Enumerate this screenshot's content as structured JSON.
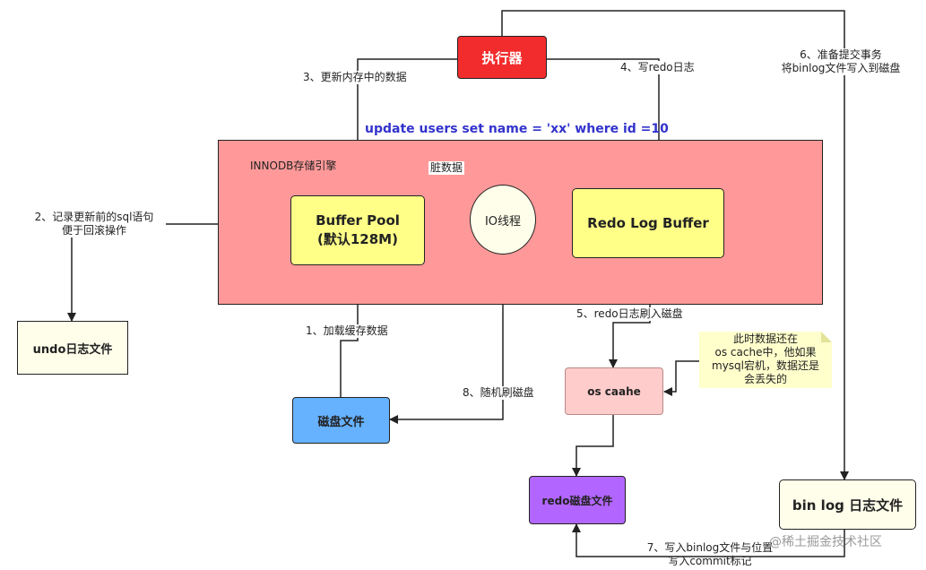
{
  "colors": {
    "engine_fill": "#ff9999",
    "executor_fill": "#f22c2c",
    "yellow_box": "#ffff88",
    "cream_box": "#fffeea",
    "disk_blue": "#66b2ff",
    "os_cache_pink": "#ffcccc",
    "redo_purple": "#b266ff",
    "note_yellow": "#ffffcc",
    "sql_blue": "#3333cc"
  },
  "executor": {
    "label": "执行器"
  },
  "sql": {
    "text": "update users set name = 'xx' where id =10"
  },
  "engine": {
    "title": "INNODB存储引擎"
  },
  "buffer_pool": {
    "line1": "Buffer Pool",
    "line2": "(默认128M)"
  },
  "io_thread": {
    "label": "IO线程"
  },
  "redo_log_buffer": {
    "label": "Redo Log Buffer"
  },
  "undo_file": {
    "label": "undo日志文件"
  },
  "disk_file": {
    "label": "磁盘文件"
  },
  "os_cache": {
    "label": "os caahe"
  },
  "redo_disk": {
    "label": "redo磁盘文件"
  },
  "binlog_file": {
    "label": "bin log 日志文件"
  },
  "note": {
    "line1": "此时数据还在",
    "line2": "os cache中，他如果",
    "line3": "mysql宕机，数据还是",
    "line4": "会丢失的"
  },
  "steps": {
    "step1": "1、加载缓存数据",
    "step2_line1": "2、记录更新前的sql语句",
    "step2_line2": "便于回滚操作",
    "step3": "3、更新内存中的数据",
    "step4": "4、写redo日志",
    "step5": "5、redo日志刷入磁盘",
    "step6_line1": "6、准备提交事务",
    "step6_line2": "将binlog文件写入到磁盘",
    "step7_line1": "7、写入binlog文件与位置",
    "step7_line2": "写入commit标记",
    "step8": "8、随机刷磁盘",
    "dirty": "脏数据"
  },
  "watermark": {
    "text": "@稀土掘金技术社区"
  }
}
